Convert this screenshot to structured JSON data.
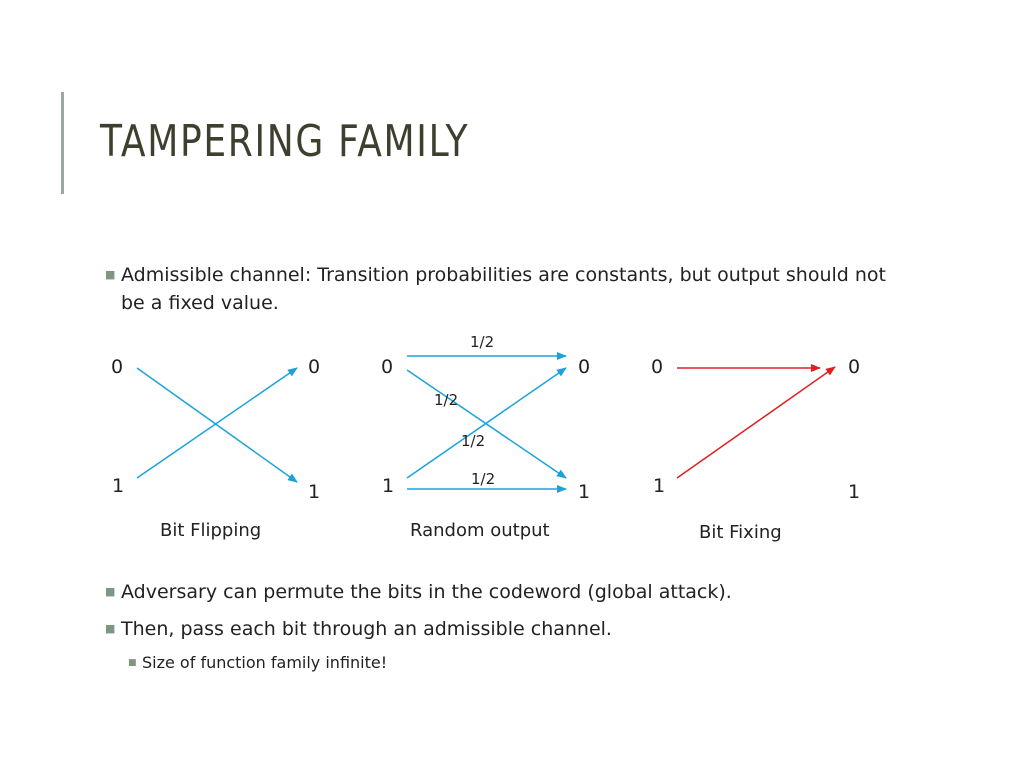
{
  "slide": {
    "title": "TAMPERING FAMILY",
    "bullets": [
      "Admissible channel: Transition probabilities are constants, but output should not be a fixed value.",
      "Adversary can permute the bits in the codeword (global attack).",
      "Then, pass each bit through an admissible channel."
    ],
    "sub_bullets": [
      "Size of function family infinite!"
    ]
  },
  "diagrams": {
    "bit_flipping": {
      "caption": "Bit Flipping",
      "input_0": "0",
      "input_1": "1",
      "output_0": "0",
      "output_1": "1"
    },
    "random_output": {
      "caption": "Random output",
      "input_0": "0",
      "input_1": "1",
      "output_0": "0",
      "output_1": "1",
      "prob_top": "1/2",
      "prob_cross_down": "1/2",
      "prob_cross_up": "1/2",
      "prob_bottom": "1/2"
    },
    "bit_fixing": {
      "caption": "Bit Fixing",
      "input_0": "0",
      "input_1": "1",
      "output_0": "0",
      "output_1": "1"
    }
  },
  "colors": {
    "channel_arrow": "#1aa3d9",
    "fixing_arrow": "#e02020",
    "title": "#3f3f2f",
    "bullet_mark": "#7f9683"
  }
}
